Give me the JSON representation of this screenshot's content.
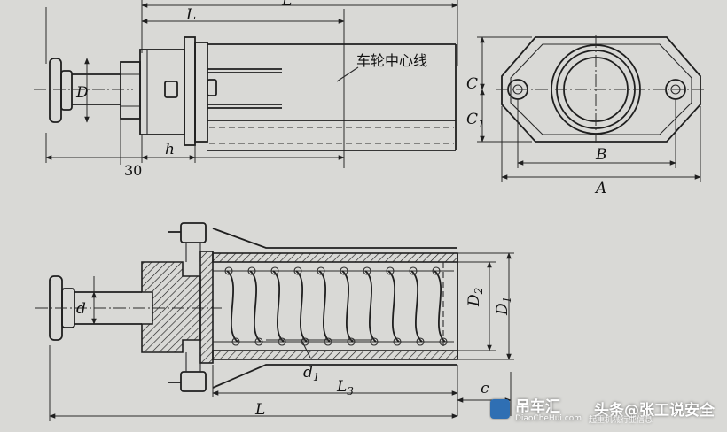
{
  "top_view": {
    "label_L_outer": "L",
    "label_L": "L",
    "label_D": "D",
    "label_30": "30",
    "label_h": "h",
    "centerline_text": "车轮中心线"
  },
  "end_view": {
    "label_C": "C",
    "label_C1_main": "C",
    "label_C1_sub": "1",
    "label_B": "B",
    "label_A": "A"
  },
  "section_view": {
    "label_d": "d",
    "label_D2_main": "D",
    "label_D2_sub": "2",
    "label_D1_main": "D",
    "label_D1_sub": "1",
    "label_d1_main": "d",
    "label_d1_sub": "1",
    "label_L3_main": "L",
    "label_L3_sub": "3",
    "label_c": "c",
    "label_L_bottom": "L"
  },
  "watermark": {
    "brand": "吊车汇",
    "brand_sub": "DiaoCheHui.com",
    "author_prefix": "头条",
    "author": "@张工说安全",
    "overlay_text": "起重机械行业信息"
  }
}
